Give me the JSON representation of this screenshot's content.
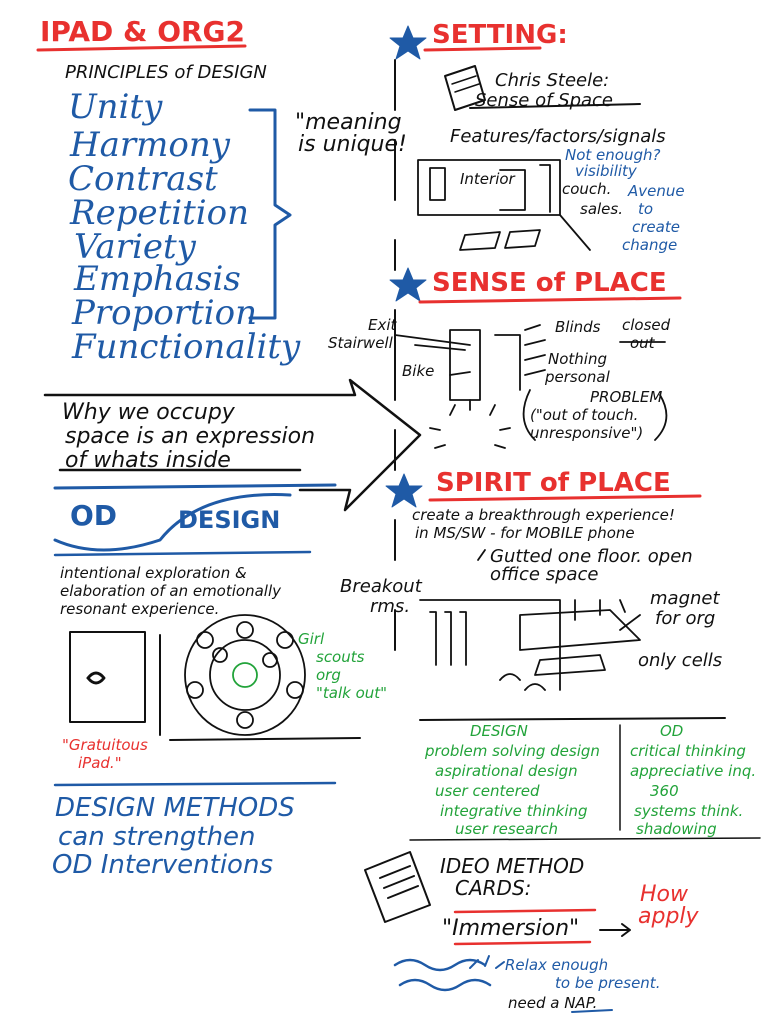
{
  "title": "IPAD & ORG2",
  "principles": {
    "heading": "PRINCIPLES of DESIGN",
    "items": [
      "Unity",
      "Harmony",
      "Contrast",
      "Repetition",
      "Variety",
      "Emphasis",
      "Proportion",
      "Functionality"
    ]
  },
  "quote_meaning": [
    "\"meaning",
    "is unique!"
  ],
  "why_occupy": [
    "Why we occupy",
    "space is an expression",
    "of whats inside"
  ],
  "od_design": {
    "od": "OD",
    "design": "DESIGN"
  },
  "intentional": [
    "intentional exploration &",
    "elaboration of an emotionally",
    "resonant experience."
  ],
  "breakout": [
    "Breakout",
    "rms."
  ],
  "girl_scouts": [
    "Girl",
    "scouts",
    "org",
    "\"talk out\""
  ],
  "gratuitous": [
    "\"Gratuitous",
    "iPad.\""
  ],
  "design_methods": [
    "DESIGN METHODS",
    "can strengthen",
    "OD Interventions"
  ],
  "setting": {
    "heading": "SETTING:",
    "source": [
      "Chris Steele:",
      "Sense of Space"
    ],
    "features": "Features/factors/signals",
    "not_enough": [
      "Not enough?",
      "visibility"
    ],
    "interior": "Interior",
    "couch": [
      "couch.",
      "sales."
    ],
    "avenue": [
      "Avenue",
      "to",
      "create",
      "change"
    ]
  },
  "sense_of_place": {
    "heading": "SENSE of PLACE",
    "exit": "Exit",
    "stairwell": "Stairwell",
    "bike": "Bike",
    "blinds": "Blinds",
    "closed_out": [
      "closed",
      "out"
    ],
    "nothing_personal": [
      "Nothing",
      "personal"
    ],
    "problem": "PROBLEM",
    "out_of_touch": [
      "(\"out of touch.",
      "unresponsive\")"
    ]
  },
  "spirit_of_place": {
    "heading": "SPIRIT of PLACE",
    "create": [
      "create a breakthrough experience!",
      "in MS/SW - for MOBILE phone"
    ],
    "gutted": [
      "Gutted one floor. open",
      "office space"
    ],
    "magnet": [
      "magnet",
      "for org"
    ],
    "only_cells": "only cells"
  },
  "design_list": {
    "heading": "DESIGN",
    "items": [
      "problem solving design",
      "aspirational design",
      "user centered",
      "integrative thinking",
      "user research"
    ]
  },
  "od_list": {
    "heading": "OD",
    "items": [
      "critical thinking",
      "appreciative inq.",
      "360",
      "systems think.",
      "shadowing"
    ]
  },
  "ideo": {
    "heading": [
      "IDEO METHOD",
      "CARDS:"
    ],
    "immersion": "\"Immersion\"",
    "how_apply": [
      "How",
      "apply"
    ],
    "relax": [
      "Relax enough",
      "to be present.",
      "need a NAP."
    ]
  }
}
